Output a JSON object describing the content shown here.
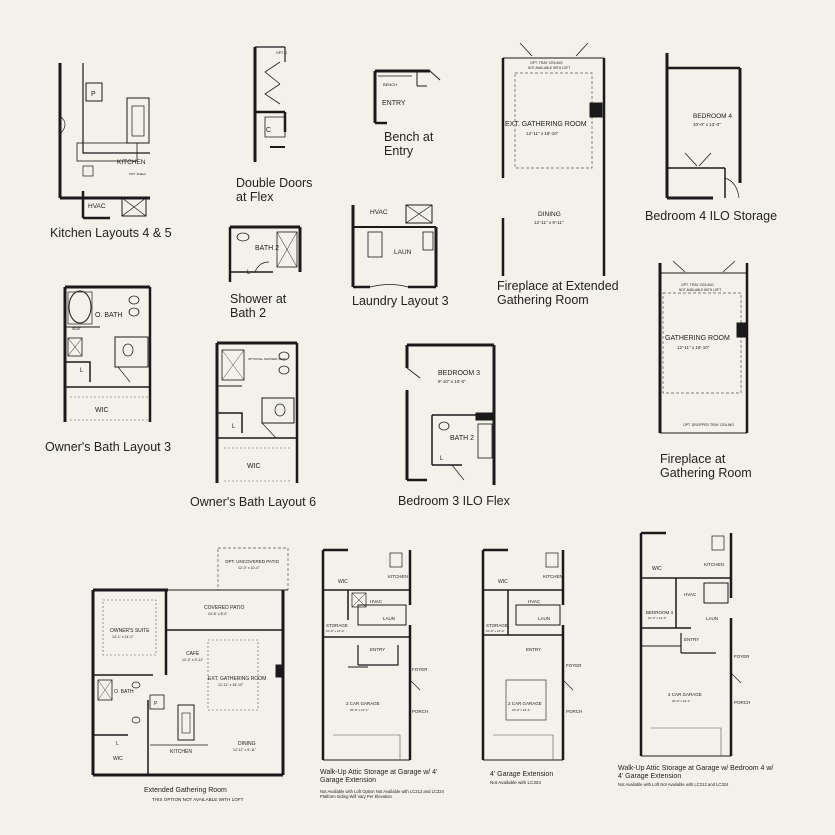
{
  "captions": {
    "kitchen_layouts": "Kitchen Layouts 4 & 5",
    "double_doors": "Double Doors at Flex",
    "bench_entry": "Bench at Entry",
    "fireplace_ext": "Fireplace at Extended Gathering Room",
    "bedroom4_storage": "Bedroom 4 ILO Storage",
    "shower_bath2": "Shower at Bath 2",
    "laundry3": "Laundry Layout 3",
    "owners_bath3": "Owner's Bath Layout 3",
    "owners_bath6": "Owner's Bath Layout 6",
    "bedroom3_flex": "Bedroom 3 ILO Flex",
    "fireplace_gathering": "Fireplace at Gathering Room",
    "extended_gathering": "Extended Gathering Room",
    "extended_gathering_note": "THIS OPTION NOT AVAILABLE WITH LOFT",
    "walkup_attic": "Walk-Up Attic Storage at Garage w/ 4' Garage Extension",
    "walkup_attic_note": "Not Available with Loft Option Not Available with LC212 and LC324 Platform Siding Will Vary Per Elevation",
    "garage_ext": "4' Garage Extension",
    "garage_ext_note": "Not Available with LC324",
    "walkup_bed4": "Walk-Up Attic Storage at Garage w/ Bedroom 4 w/ 4' Garage Extension",
    "walkup_bed4_note": "Not Available with Loft Not Available with LC212 and LC324"
  },
  "labels": {
    "p": "P",
    "kitchen": "KITCHEN",
    "opt_shelf": "OPT. SHELF",
    "hvac": "HVAC",
    "c": "C",
    "opt_d": "OPT. D",
    "bench": "BENCH",
    "entry": "ENTRY",
    "ext_gathering_room": "EXT. GATHERING ROOM",
    "ext_gathering_dims": "12'-11\" x 18'-10\"",
    "opt_tray": "OPT. TRAY CEILING",
    "opt_tray_note": "NOT AVAILABLE WITH LOFT",
    "dining": "DINING",
    "dining_dims": "12'-11\" x 9'-11\"",
    "bedroom4": "BEDROOM 4",
    "bedroom4_dims": "10'-0\" x 13'-0\"",
    "bath2": "BATH 2",
    "l": "L",
    "laun": "LAUN",
    "o_bath": "O. BATH",
    "wic": "WIC",
    "seat": "SEAT",
    "optional_shower_seat": "OPTIONAL SHOWER SEAT",
    "bedroom3": "BEDROOM 3",
    "bedroom3_dims": "9'-10\" x 10'-0\"",
    "gathering_room": "GATHERING ROOM",
    "gathering_dims": "12'-11\" x 18'-10\"",
    "opt_dropped_tray": "OPT. DROPPED TRAY CEILING",
    "opt_uncovered_patio": "OPT. UNCOVERED PATIO",
    "patio_dims": "12'-0\" x 10'-0\"",
    "covered_patio": "COVERED PATIO",
    "covered_patio_dims": "24'-6\" x 8'-0\"",
    "owners_suite": "OWNER'S SUITE",
    "owners_suite_dims": "14'-1\" x 14'-0\"",
    "cafe": "CAFE",
    "cafe_dims": "12'-0\" x 9'-11\"",
    "dining_ext_dims": "12'-11\" x 9'-11\"",
    "storage": "STORAGE",
    "storage_dims": "10'-0\" x 13'-0\"",
    "foyer": "FOYER",
    "porch": "PORCH",
    "garage": "2 CAR GARAGE",
    "garage_dims": "20'-0\" x 24'-1\""
  },
  "colors": {
    "background": "#f4f1ea",
    "wall": "#1a1a1a",
    "line": "#333333",
    "dash": "#555555"
  }
}
